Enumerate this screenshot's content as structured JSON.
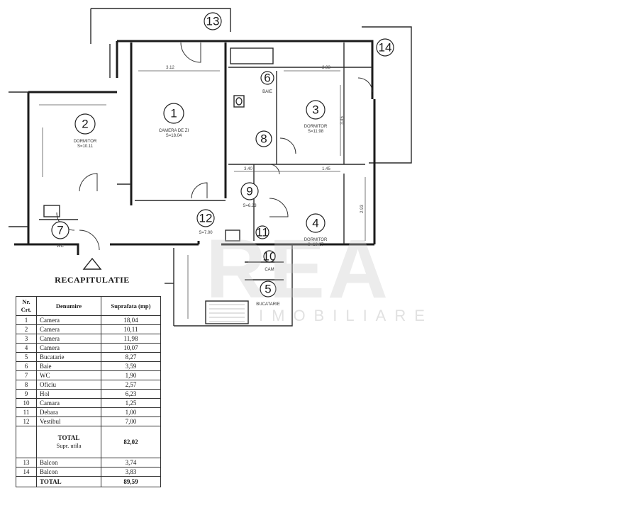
{
  "rooms": [
    {
      "num": "1",
      "label": "CAMERA DE ZI",
      "area": "S=18.04"
    },
    {
      "num": "2",
      "label": "DORMITOR",
      "area": "S=10.11"
    },
    {
      "num": "3",
      "label": "DORMITOR",
      "area": "S=11.98"
    },
    {
      "num": "4",
      "label": "DORMITOR",
      "area": "S=10.07"
    },
    {
      "num": "5",
      "label": "BUCATARIE",
      "area": ""
    },
    {
      "num": "6",
      "label": "BAIE",
      "area": ""
    },
    {
      "num": "7",
      "label": "WC",
      "area": ""
    },
    {
      "num": "8",
      "label": "",
      "area": ""
    },
    {
      "num": "9",
      "label": "",
      "area": "S=6.23"
    },
    {
      "num": "10",
      "label": "CAM",
      "area": ""
    },
    {
      "num": "11",
      "label": "",
      "area": ""
    },
    {
      "num": "12",
      "label": "",
      "area": "S=7.00"
    },
    {
      "num": "13",
      "label": "",
      "area": ""
    },
    {
      "num": "14",
      "label": "",
      "area": ""
    }
  ],
  "dimensions": [
    "3.12",
    "2.93",
    "3.40",
    "1.45",
    "3.45",
    "2.93"
  ],
  "watermark": {
    "main": "REA",
    "sub": "IMOBILIARE"
  },
  "recap": {
    "title": "RECAPITULATIE",
    "headers": {
      "nr": "Nr. Crt.",
      "name": "Denumire",
      "area": "Suprafata (mp)"
    },
    "rows": [
      {
        "nr": "1",
        "name": "Camera",
        "area": "18,04"
      },
      {
        "nr": "2",
        "name": "Camera",
        "area": "10,11"
      },
      {
        "nr": "3",
        "name": "Camera",
        "area": "11,98"
      },
      {
        "nr": "4",
        "name": "Camera",
        "area": "10,07"
      },
      {
        "nr": "5",
        "name": "Bucatarie",
        "area": "8,27"
      },
      {
        "nr": "6",
        "name": "Baie",
        "area": "3,59"
      },
      {
        "nr": "7",
        "name": "WC",
        "area": "1,90"
      },
      {
        "nr": "8",
        "name": "Oficiu",
        "area": "2,57"
      },
      {
        "nr": "9",
        "name": "Hol",
        "area": "6,23"
      },
      {
        "nr": "10",
        "name": "Camara",
        "area": "1,25"
      },
      {
        "nr": "11",
        "name": "Debara",
        "area": "1,00"
      },
      {
        "nr": "12",
        "name": "Vestibul",
        "area": "7,00"
      }
    ],
    "subtotal": {
      "label": "TOTAL",
      "sublabel": "Supr. utila",
      "area": "82,02"
    },
    "balconies": [
      {
        "nr": "13",
        "name": "Balcon",
        "area": "3,74"
      },
      {
        "nr": "14",
        "name": "Balcon",
        "area": "3,83"
      }
    ],
    "total": {
      "label": "TOTAL",
      "area": "89,59"
    }
  }
}
